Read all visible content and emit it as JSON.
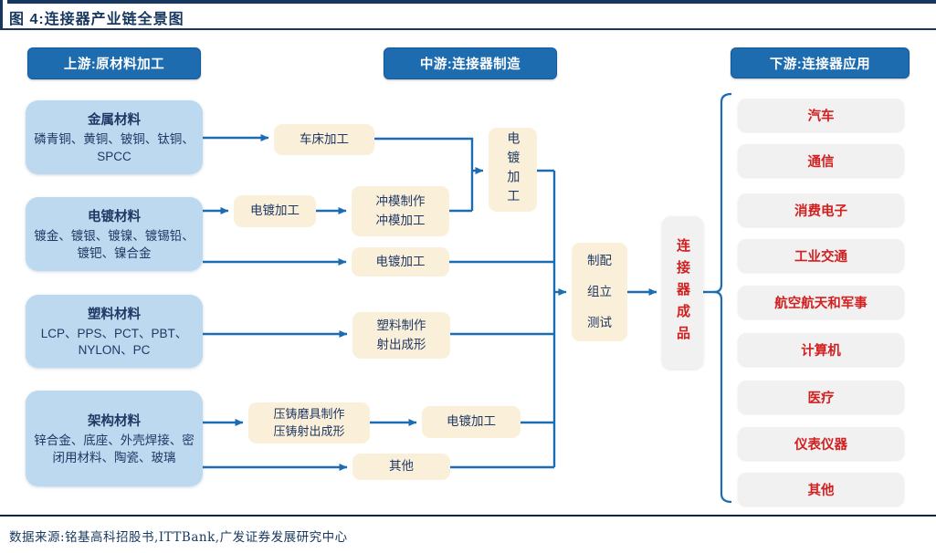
{
  "title": "图 4:连接器产业链全景图",
  "stages": {
    "upstream": "上游:原材料加工",
    "midstream": "中游:连接器制造",
    "downstream": "下游:连接器应用"
  },
  "materials": [
    {
      "title": "金属材料",
      "items": "磷青铜、黄铜、铍铜、钛铜、SPCC"
    },
    {
      "title": "电镀材料",
      "items": "镀金、镀银、镀镍、镀锡铅、镀钯、镍合金"
    },
    {
      "title": "塑料材料",
      "items": "LCP、PPS、PCT、PBT、NYLON、PC"
    },
    {
      "title": "架构材料",
      "items": "锌合金、底座、外壳焊接、密闭用材料、陶瓷、玻璃"
    }
  ],
  "processes": {
    "lathe": "车床加工",
    "plating_a": "电镀加工",
    "stamping": "冲模制作\n冲模加工",
    "plating_b": "电镀加工",
    "plating_vertical": "电镀加工",
    "plastic_molding": "塑料制作\n射出成形",
    "diecast": "压铸磨具制作\n压铸射出成形",
    "plating_c": "电镀加工",
    "other": "其他",
    "assembly": "制配\n组立\n测试",
    "product": "连接器成品"
  },
  "applications": [
    "汽车",
    "通信",
    "消费电子",
    "工业交通",
    "航空航天和军事",
    "计算机",
    "医疗",
    "仪表仪器",
    "其他"
  ],
  "footer": {
    "source": "数据来源:铭基高科招股书,ITTBank,广发证券发展研究中心"
  },
  "colors": {
    "navy": "#17375e",
    "header_blue": "#1e6cb0",
    "material_blue": "#bcd9f0",
    "process_cream": "#faf0da",
    "app_gray": "#f1f1f1",
    "accent_red": "#d21f1f",
    "arrow_blue": "#1c6cb3"
  }
}
